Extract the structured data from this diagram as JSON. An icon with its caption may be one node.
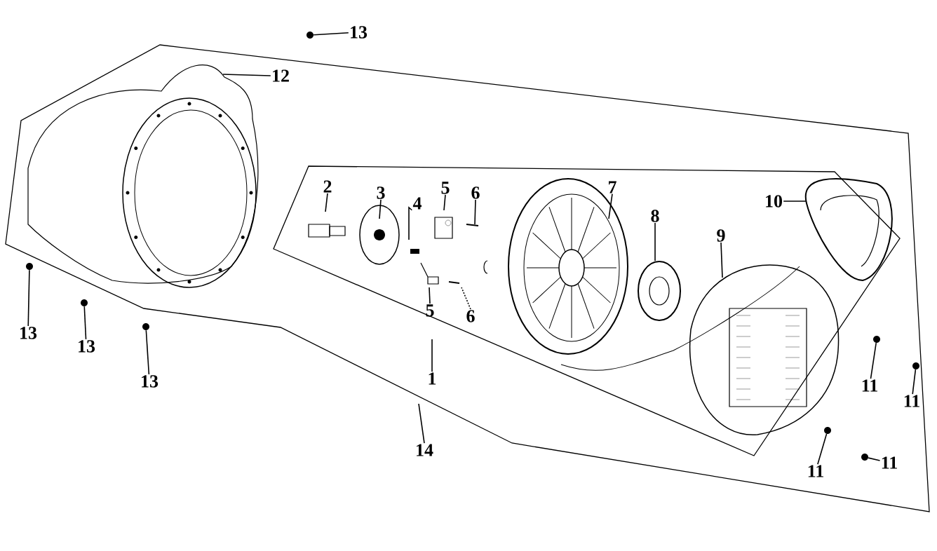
{
  "diagram": {
    "nodes": [
      {
        "text": [
          "13"
        ]
      },
      {
        "text": [
          "12"
        ]
      },
      {
        "text": [
          "2"
        ]
      },
      {
        "text": [
          "3"
        ]
      },
      {
        "text": [
          "4"
        ]
      },
      {
        "text": [
          "5"
        ]
      },
      {
        "text": [
          "6"
        ]
      },
      {
        "text": [
          "7"
        ]
      },
      {
        "text": [
          "8"
        ]
      },
      {
        "text": [
          "9"
        ]
      },
      {
        "text": [
          "10"
        ]
      },
      {
        "text": [
          "5"
        ]
      },
      {
        "text": [
          "6"
        ]
      },
      {
        "text": [
          "1"
        ]
      },
      {
        "text": [
          "13"
        ]
      },
      {
        "text": [
          "13"
        ]
      },
      {
        "text": [
          "13"
        ]
      },
      {
        "text": [
          "14"
        ]
      },
      {
        "text": [
          "11"
        ]
      },
      {
        "text": [
          "11"
        ]
      },
      {
        "text": [
          "11"
        ]
      },
      {
        "text": [
          "11"
        ]
      },
      {
        "text": [],
        "shape": "circle"
      },
      {
        "text": [],
        "shape": "circle"
      },
      {
        "text": [],
        "shape": "circle"
      },
      {
        "text": [],
        "shape": "circle"
      },
      {
        "text": [],
        "shape": "circle"
      },
      {
        "text": [],
        "shape": "circle"
      },
      {
        "text": [],
        "shape": "circle"
      },
      {
        "text": [],
        "shape": "circle"
      }
    ],
    "edges": [
      {
        "from": 0,
        "to": 22,
        "arrow": "none"
      },
      {
        "from": 1,
        "to": null,
        "arrow": "none"
      },
      {
        "from": 2,
        "to": null,
        "arrow": "none"
      },
      {
        "from": 3,
        "to": null,
        "arrow": "none"
      },
      {
        "from": 4,
        "to": null,
        "arrow": "none"
      },
      {
        "from": 5,
        "to": null,
        "arrow": "none"
      },
      {
        "from": 6,
        "to": null,
        "arrow": "none"
      },
      {
        "from": 7,
        "to": null,
        "arrow": "none"
      },
      {
        "from": 8,
        "to": null,
        "arrow": "none"
      },
      {
        "from": 9,
        "to": null,
        "arrow": "none"
      },
      {
        "from": 10,
        "to": null,
        "arrow": "none"
      },
      {
        "from": 11,
        "to": null,
        "arrow": "none"
      },
      {
        "from": 12,
        "to": null,
        "arrow": "none",
        "style": "dashed"
      },
      {
        "from": 13,
        "to": null,
        "arrow": "none"
      },
      {
        "from": 14,
        "to": 23,
        "arrow": "none"
      },
      {
        "from": 15,
        "to": 24,
        "arrow": "none"
      },
      {
        "from": 16,
        "to": 25,
        "arrow": "none"
      },
      {
        "from": 17,
        "to": null,
        "arrow": "none"
      },
      {
        "from": 18,
        "to": 26,
        "arrow": "none"
      },
      {
        "from": 19,
        "to": 27,
        "arrow": "none"
      },
      {
        "from": 20,
        "to": 28,
        "arrow": "none"
      },
      {
        "from": 21,
        "to": 29,
        "arrow": "none"
      }
    ]
  }
}
